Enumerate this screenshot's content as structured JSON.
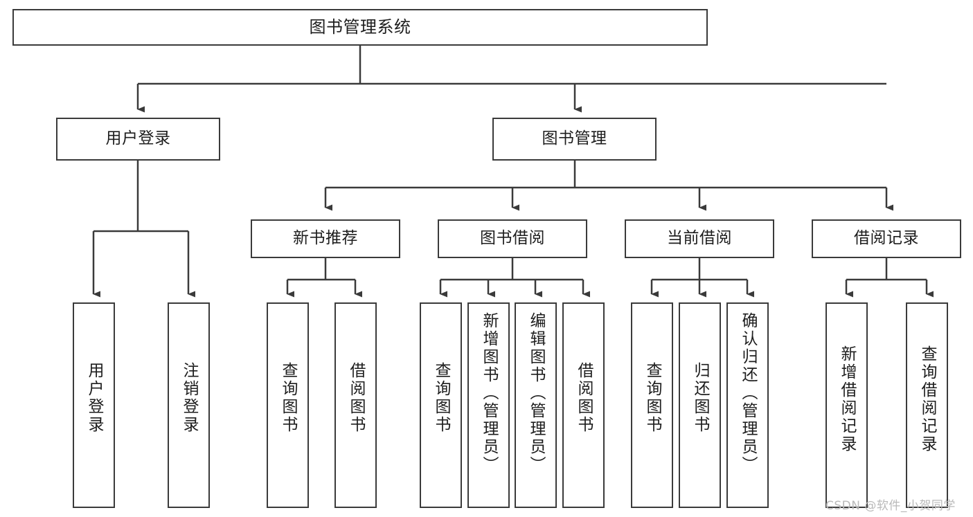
{
  "diagram": {
    "title": "图书管理系统",
    "type": "tree-hierarchy-chart",
    "orientation": "top-down",
    "colors": {
      "box_border": "#3a3a3a",
      "box_fill": "#ffffff",
      "edge": "#3a3a3a",
      "text": "#1d1d1d",
      "background": "#ffffff",
      "watermark": "#b9b9b9"
    }
  },
  "nodes": {
    "root": {
      "label": "图书管理系统"
    },
    "level2": [
      {
        "id": "user-login",
        "label": "用户登录"
      },
      {
        "id": "book-manage",
        "label": "图书管理"
      }
    ],
    "level3": [
      {
        "id": "new-book-recommend",
        "label": "新书推荐"
      },
      {
        "id": "book-borrow",
        "label": "图书借阅"
      },
      {
        "id": "current-borrow",
        "label": "当前借阅"
      },
      {
        "id": "borrow-record",
        "label": "借阅记录"
      }
    ],
    "leaves": {
      "user_login": [
        {
          "id": "leaf-user-login",
          "label": "用户登录"
        },
        {
          "id": "leaf-logout-login",
          "label": "注销登录"
        }
      ],
      "new_book_recommend": [
        {
          "id": "leaf-query-book-1",
          "label": "查询图书"
        },
        {
          "id": "leaf-borrow-book-1",
          "label": "借阅图书"
        }
      ],
      "book_borrow": [
        {
          "id": "leaf-query-book-2",
          "label": "查询图书"
        },
        {
          "id": "leaf-add-book",
          "label": "新增图书（管理员）"
        },
        {
          "id": "leaf-edit-book",
          "label": "编辑图书（管理员）"
        },
        {
          "id": "leaf-borrow-book-2",
          "label": "借阅图书"
        }
      ],
      "current_borrow": [
        {
          "id": "leaf-query-book-3",
          "label": "查询图书"
        },
        {
          "id": "leaf-return-book",
          "label": "归还图书"
        },
        {
          "id": "leaf-confirm-return",
          "label": "确认归还（管理员）"
        }
      ],
      "borrow_record": [
        {
          "id": "leaf-add-record",
          "label": "新增借阅记录"
        },
        {
          "id": "leaf-query-record",
          "label": "查询借阅记录"
        }
      ]
    }
  },
  "watermark": {
    "text": "CSDN @软件_小贺同学"
  }
}
